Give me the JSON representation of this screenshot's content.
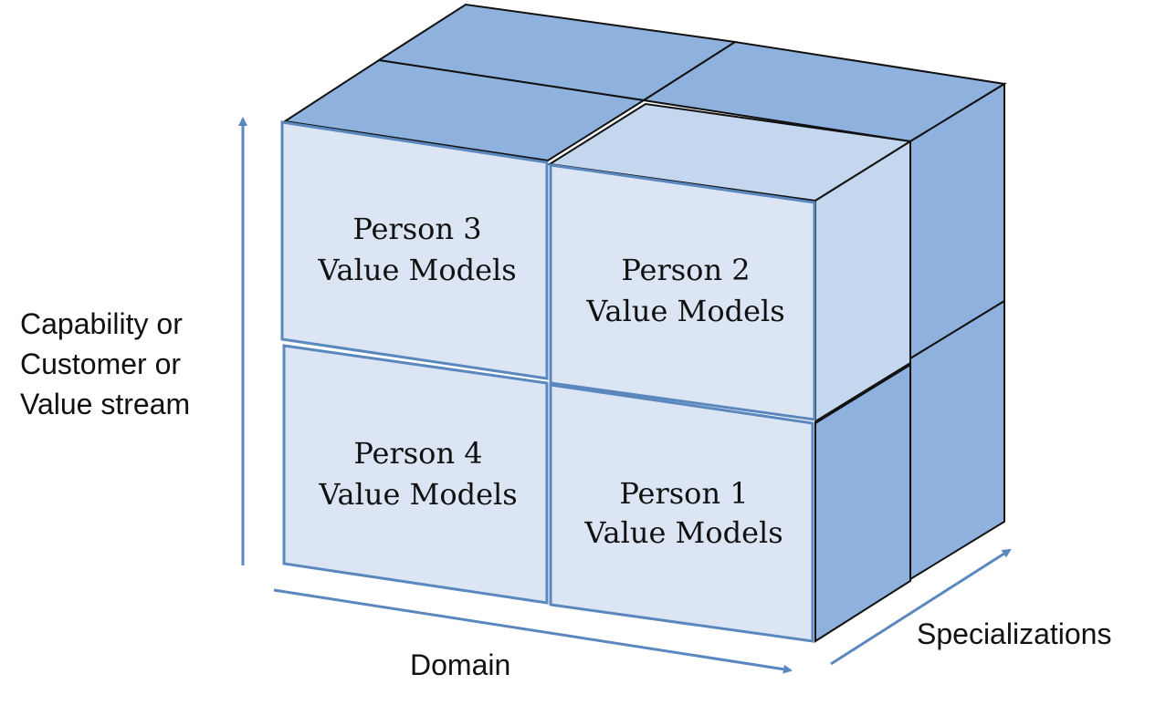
{
  "axes": {
    "vertical": {
      "lines": [
        "Capability or",
        "Customer or",
        "Value stream"
      ]
    },
    "horizontal": {
      "label": "Domain"
    },
    "depth": {
      "label": "Specializations"
    }
  },
  "cubes": {
    "person3": {
      "line1": "Person 3",
      "line2": "Value Models"
    },
    "person2": {
      "line1": "Person 2",
      "line2": "Value Models"
    },
    "person4": {
      "line1": "Person 4",
      "line2": "Value Models"
    },
    "person1": {
      "line1": "Person 1",
      "line2": "Value Models"
    }
  },
  "colors": {
    "front_face": "#dbe5f3",
    "top_face_dark": "#8eb2dd",
    "top_face_light": "#c5d7ee",
    "side_face": "#8eb2dd",
    "arrow": "#5b87bf",
    "edge": "#111111",
    "front_edge": "#5b87bf"
  }
}
